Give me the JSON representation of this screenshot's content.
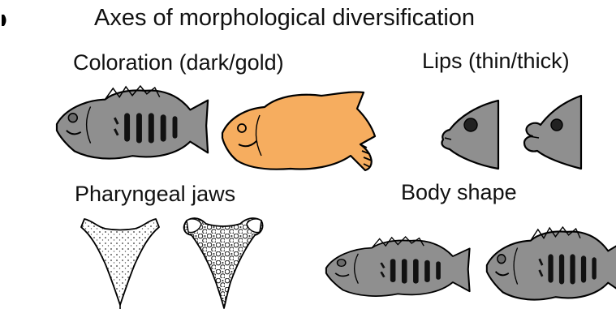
{
  "figure": {
    "title": "Axes of morphological diversification",
    "panels": {
      "coloration": {
        "label": "Coloration (dark/gold)",
        "colors": {
          "dark": "#8c8c8c",
          "gold": "#f6ad5f"
        }
      },
      "lips": {
        "label": "Lips (thin/thick)"
      },
      "jaws": {
        "label": "Pharyngeal jaws"
      },
      "body": {
        "label": "Body shape"
      }
    }
  }
}
